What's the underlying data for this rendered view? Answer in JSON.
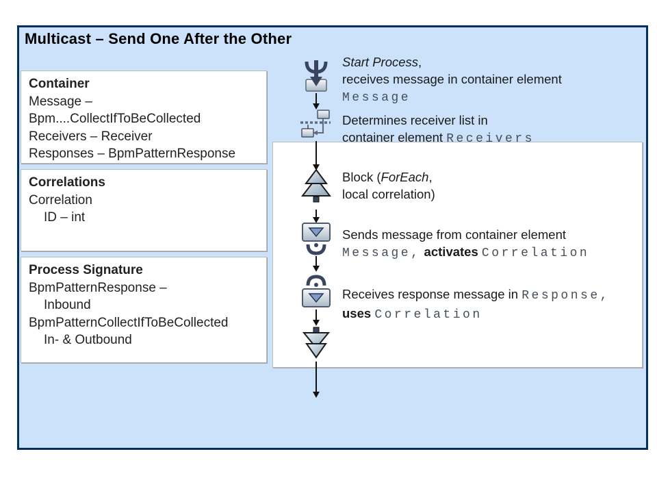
{
  "title": "Multicast – Send One After the Other",
  "panels": [
    {
      "heading": "Container",
      "lines": [
        "Message –",
        "Bpm....CollectIfToBeCollected",
        "Receivers – Receiver",
        "Responses – BpmPatternResponse"
      ]
    },
    {
      "heading": "Correlations",
      "lines": [
        "Correlation",
        "ID – int"
      ]
    },
    {
      "heading": "Process Signature",
      "lines": [
        "BpmPatternResponse –",
        "Inbound",
        "BpmPatternCollectIfToBeCollected",
        "In- & Outbound"
      ]
    }
  ],
  "flow": {
    "steps": [
      {
        "icon": "start-process-icon",
        "lines": [
          [
            "Start Process",
            ","
          ],
          [
            "receives message in container element"
          ],
          [
            "Message"
          ]
        ]
      },
      {
        "icon": "mapping-icon",
        "lines": [
          [
            "Determines receiver list in"
          ],
          [
            "container element ",
            "Receivers"
          ]
        ]
      },
      {
        "icon": "block-foreach-icon",
        "lines": [
          [
            "Block (",
            "ForEach",
            ","
          ],
          [
            "local correlation)"
          ]
        ]
      },
      {
        "icon": "send-step-icon",
        "lines": [
          [
            "Sends message from container element"
          ],
          [
            "Message,",
            " activates ",
            "Correlation"
          ]
        ]
      },
      {
        "icon": "receive-step-icon",
        "lines": [
          [
            "Receives response message in ",
            "Response,"
          ],
          [
            "uses ",
            "Correlation"
          ]
        ]
      },
      {
        "icon": "block-end-icon",
        "lines": []
      }
    ]
  },
  "colors": {
    "slide_background": "#cbe2fa",
    "slide_border": "#00305e",
    "panel_background": "#ffffff",
    "panel_border": "#bcbcbc",
    "body_text": "#1a1a1a",
    "code_text": "#454f5b",
    "icon_navy": "#39445f",
    "arrow_black": "#111111"
  }
}
